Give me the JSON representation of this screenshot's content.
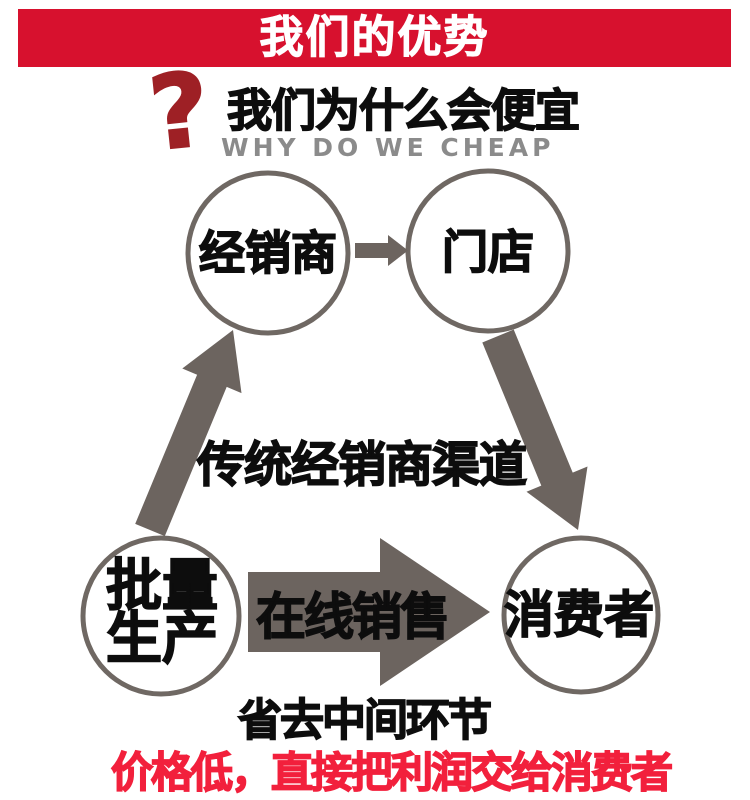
{
  "banner": {
    "title": "我们的优势"
  },
  "intro": {
    "question_mark": "?",
    "title_cn": "我们为什么会便宜",
    "title_en": "WHY DO WE CHEAP"
  },
  "diagram": {
    "distributor": "经销商",
    "store": "门店",
    "bulk_line1": "批量",
    "bulk_line2": "生产",
    "consumer": "消费者",
    "traditional_channel": "传统经销商渠道",
    "online_sales": "在线销售"
  },
  "footer": {
    "save_line": "省去中间环节",
    "benefit_line": "价格低，直接把利润交给消费者"
  },
  "colors": {
    "banner_red": "#d7112e",
    "question_mark_red": "#9e2025",
    "arrow_gray": "#6c645f",
    "circle_stroke_gray": "#6f6863",
    "subtitle_gray": "#8b8b8b",
    "benefit_red": "#f2203c",
    "text_black": "#0d0d0d"
  }
}
